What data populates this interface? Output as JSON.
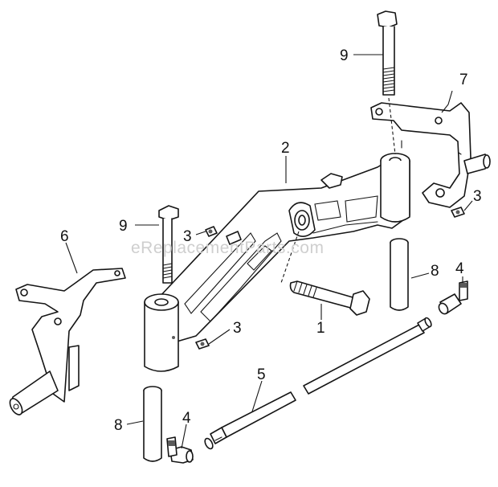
{
  "watermark": "eReplacementParts.com",
  "callouts": [
    {
      "id": "c9a",
      "text": "9"
    },
    {
      "id": "c7",
      "text": "7"
    },
    {
      "id": "c2",
      "text": "2"
    },
    {
      "id": "c3a",
      "text": "3"
    },
    {
      "id": "c9b",
      "text": "9"
    },
    {
      "id": "c3b",
      "text": "3"
    },
    {
      "id": "c6",
      "text": "6"
    },
    {
      "id": "c8a",
      "text": "8"
    },
    {
      "id": "c4a",
      "text": "4"
    },
    {
      "id": "c1",
      "text": "1"
    },
    {
      "id": "c3c",
      "text": "3"
    },
    {
      "id": "c5",
      "text": "5"
    },
    {
      "id": "c8b",
      "text": "8"
    },
    {
      "id": "c4b",
      "text": "4"
    }
  ]
}
